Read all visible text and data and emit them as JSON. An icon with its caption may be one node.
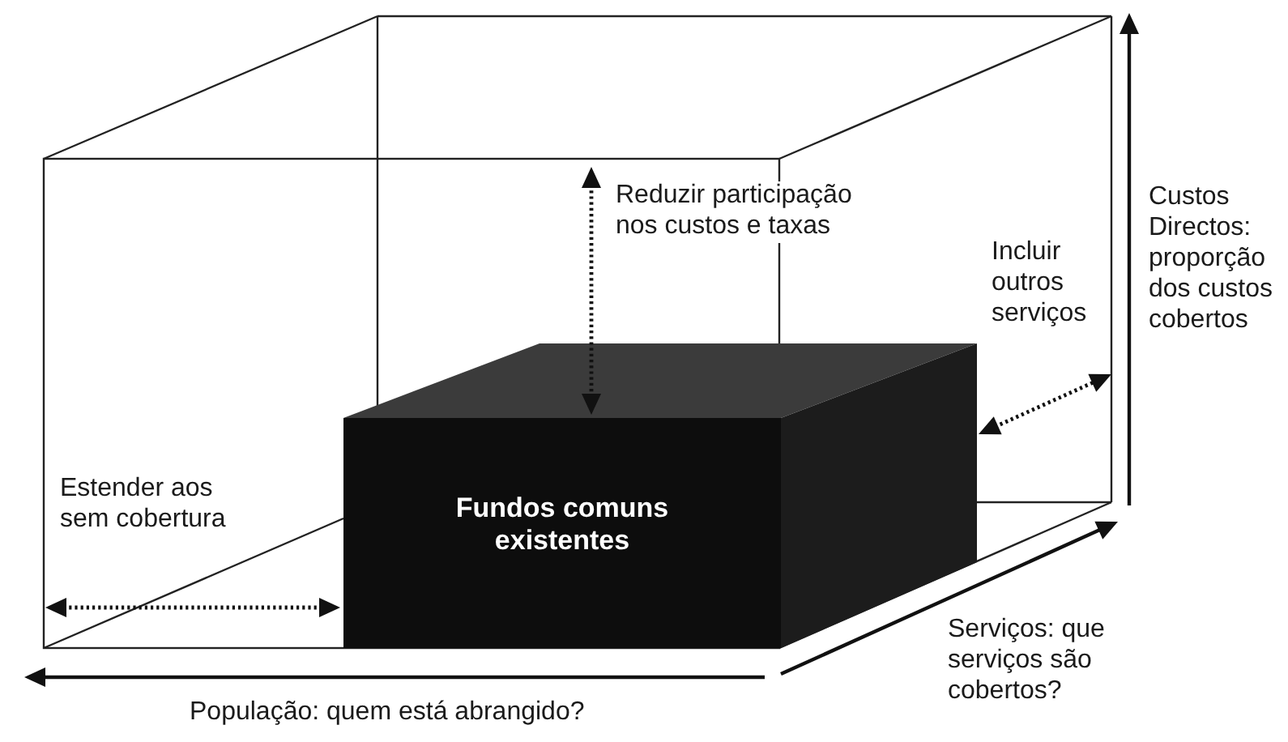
{
  "diagram": {
    "nodes": [
      {
        "text": [
          "Fundos comuns existentes"
        ]
      }
    ],
    "labels": [
      "Reduzir participação nos custos e taxas",
      "Incluir outros serviços",
      "Custos Directos: proporção dos custos cobertos",
      "Estender aos sem cobertura",
      "Serviços: que serviços são cobertos?",
      "População: quem está abrangido?"
    ]
  }
}
